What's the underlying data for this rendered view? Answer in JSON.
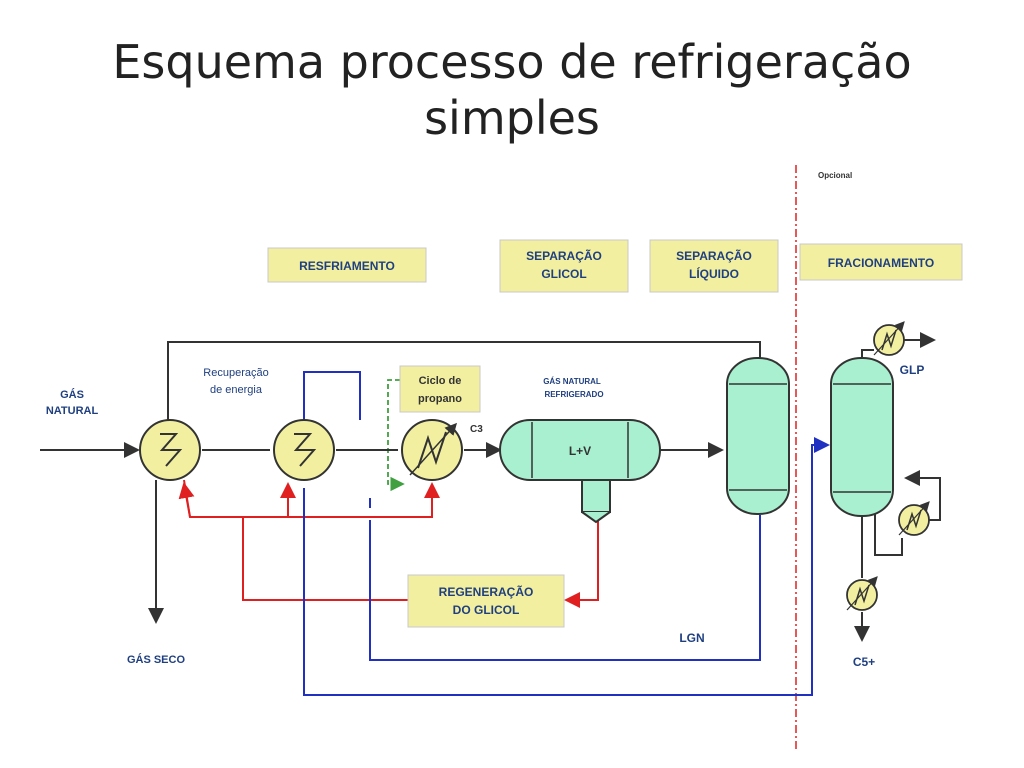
{
  "slide": {
    "title_line1": "Esquema processo de refrigeração",
    "title_line2": "simples"
  },
  "diagram": {
    "optional_label": "Opcional",
    "sections": {
      "resfriamento": "RESFRIAMENTO",
      "sep_glicol_1": "SEPARAÇÃO",
      "sep_glicol_2": "GLICOL",
      "sep_liquido_1": "SEPARAÇÃO",
      "sep_liquido_2": "LÍQUIDO",
      "fracionamento": "FRACIONAMENTO"
    },
    "labels": {
      "gas_natural_1": "GÁS",
      "gas_natural_2": "NATURAL",
      "recuperacao_1": "Recuperação",
      "recuperacao_2": "de energia",
      "ciclo_1": "Ciclo de",
      "ciclo_2": "propano",
      "c3": "C3",
      "gn_refrig_1": "GÁS NATURAL",
      "gn_refrig_2": "REFRIGERADO",
      "lv": "L+V",
      "regeneracao_1": "REGENERAÇÃO",
      "regeneracao_2": "DO GLICOL",
      "gas_seco": "GÁS SECO",
      "lgn": "LGN",
      "glp": "GLP",
      "c5": "C5+"
    },
    "colors": {
      "equipment_fill": "#a8f0d0",
      "exchanger_fill": "#f2f0a0",
      "label_box": "#f2f0a0",
      "glycol_line": "#e02020",
      "recycle_line": "#2030c0",
      "propane_line": "#40a040",
      "process_line": "#333333",
      "optional_divider": "#e02020"
    }
  }
}
